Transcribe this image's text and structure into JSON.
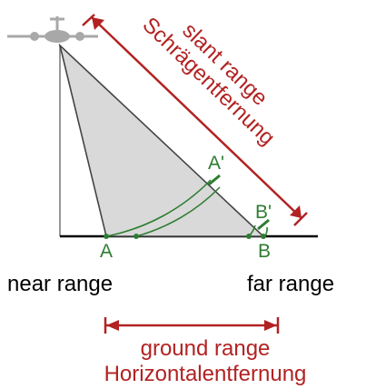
{
  "labels": {
    "slant_range_en": "slant range",
    "slant_range_de": "Schrägentfernung",
    "point_a_prime": "A'",
    "point_b_prime": "B'",
    "point_a": "A",
    "point_b": "B",
    "near_range": "near range",
    "far_range": "far range",
    "ground_range_en": "ground range",
    "ground_range_de": "Horizontalentfernung"
  },
  "colors": {
    "accent_red": "#b22222",
    "arc_green": "#2e7d32",
    "label_green": "#2e7d32",
    "triangle_fill": "#d9d9d9",
    "triangle_stroke": "#444444",
    "ground_line": "#000000",
    "text_black": "#000000",
    "aircraft": "#a8a8a8"
  },
  "icons": {
    "aircraft": "aircraft-icon"
  }
}
